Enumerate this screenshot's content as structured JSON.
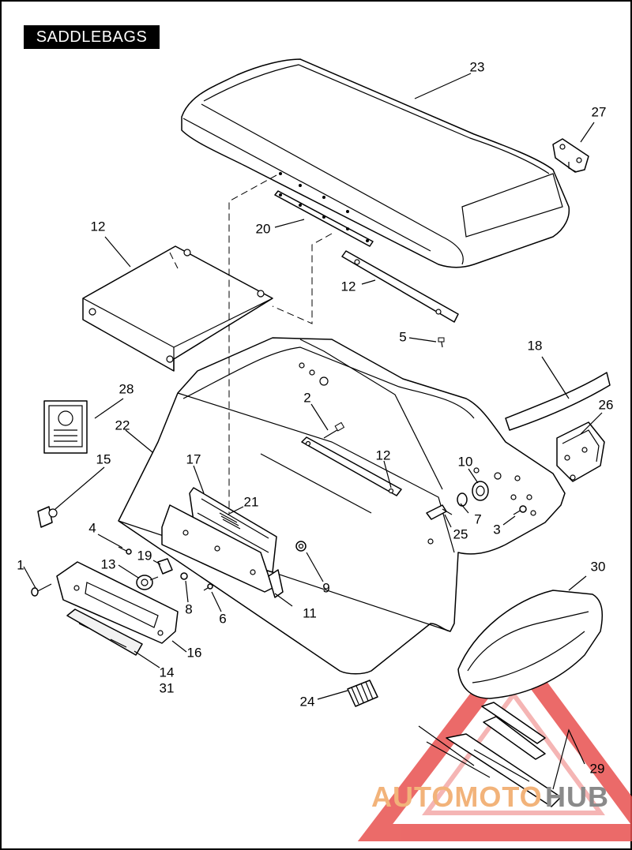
{
  "title": "SADDLEBAGS",
  "callouts": [
    "1",
    "2",
    "3",
    "4",
    "5",
    "6",
    "7",
    "8",
    "9",
    "10",
    "11",
    "12",
    "12",
    "12",
    "13",
    "14",
    "15",
    "16",
    "17",
    "18",
    "19",
    "20",
    "21",
    "22",
    "23",
    "24",
    "25",
    "26",
    "27",
    "28",
    "29",
    "30",
    "31"
  ],
  "watermark": {
    "part1": "AUTOMOTO",
    "part2": "HUB",
    "color_primary": "#f2b37a",
    "color_secondary": "#8a8a8a",
    "triangle_color": "#e8514f"
  },
  "colors": {
    "line": "#000000",
    "background": "#ffffff"
  }
}
